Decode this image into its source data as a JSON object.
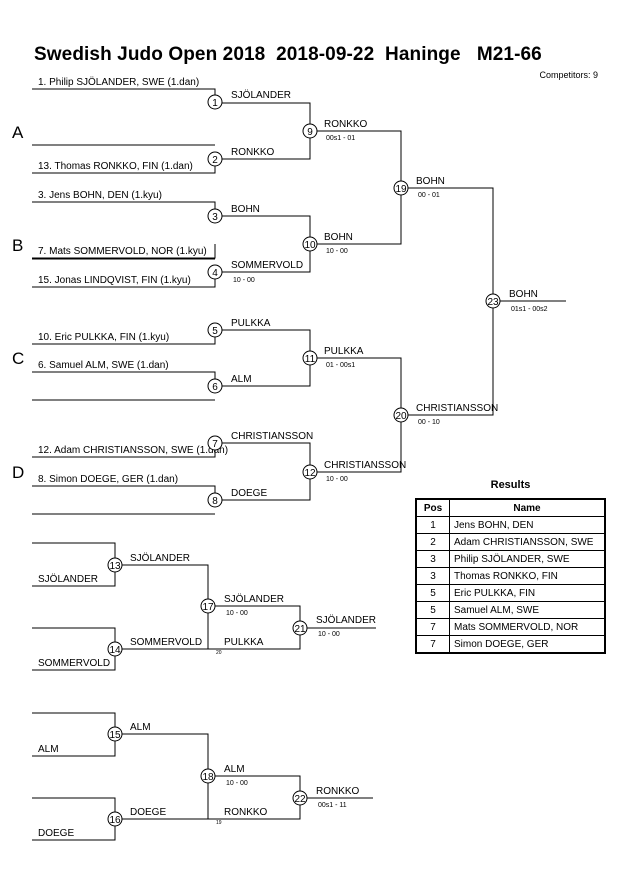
{
  "header": {
    "title": "Swedish Judo Open 2018  2018-09-22  Haninge   M21-66",
    "competitors": "Competitors: 9"
  },
  "pools": [
    "A",
    "B",
    "C",
    "D"
  ],
  "entries": [
    "1. Philip SJÖLANDER, SWE (1.dan)",
    "13. Thomas RONKKO, FIN (1.dan)",
    "3. Jens BOHN, DEN (1.kyu)",
    "7. Mats SOMMERVOLD, NOR (1.kyu)",
    "15. Jonas LINDQVIST, FIN (1.kyu)",
    "10. Eric PULKKA, FIN (1.kyu)",
    "6. Samuel ALM, SWE (1.dan)",
    "12. Adam CHRISTIANSSON, SWE (1.dan)",
    "8. Simon DOEGE, GER (1.dan)"
  ],
  "matches": [
    {
      "n": "1",
      "winner": "SJÖLANDER",
      "score": ""
    },
    {
      "n": "2",
      "winner": "RONKKO",
      "score": ""
    },
    {
      "n": "3",
      "winner": "BOHN",
      "score": ""
    },
    {
      "n": "4",
      "winner": "SOMMERVOLD",
      "score": "10 - 00"
    },
    {
      "n": "5",
      "winner": "PULKKA",
      "score": ""
    },
    {
      "n": "6",
      "winner": "ALM",
      "score": ""
    },
    {
      "n": "7",
      "winner": "CHRISTIANSSON",
      "score": ""
    },
    {
      "n": "8",
      "winner": "DOEGE",
      "score": ""
    },
    {
      "n": "9",
      "winner": "RONKKO",
      "score": "00s1 - 01"
    },
    {
      "n": "10",
      "winner": "BOHN",
      "score": "10 - 00"
    },
    {
      "n": "11",
      "winner": "PULKKA",
      "score": "01 - 00s1"
    },
    {
      "n": "12",
      "winner": "CHRISTIANSSON",
      "score": "10 - 00"
    },
    {
      "n": "19",
      "winner": "BOHN",
      "score": "00 - 01"
    },
    {
      "n": "20",
      "winner": "CHRISTIANSSON",
      "score": "00 - 10"
    },
    {
      "n": "23",
      "winner": "BOHN",
      "score": "01s1 - 00s2"
    }
  ],
  "repechage": [
    {
      "top_entry": "SJÖLANDER",
      "bottom_entry": "SOMMERVOLD",
      "m1": {
        "n": "13",
        "winner": "SJÖLANDER"
      },
      "m2": {
        "n": "14",
        "winner": "SOMMERVOLD"
      },
      "m3": {
        "n": "17",
        "winner": "SJÖLANDER",
        "score": "10 - 00"
      },
      "cross_entry": "PULKKA",
      "cross_note": "20",
      "final": {
        "n": "21",
        "winner": "SJÖLANDER",
        "score": "10 - 00"
      }
    },
    {
      "top_entry": "ALM",
      "bottom_entry": "DOEGE",
      "m1": {
        "n": "15",
        "winner": "ALM"
      },
      "m2": {
        "n": "16",
        "winner": "DOEGE"
      },
      "m3": {
        "n": "18",
        "winner": "ALM",
        "score": "10 - 00"
      },
      "cross_entry": "RONKKO",
      "cross_note": "19",
      "final": {
        "n": "22",
        "winner": "RONKKO",
        "score": "00s1 - 11"
      }
    }
  ],
  "results": {
    "title": "Results",
    "headers": [
      "Pos",
      "Name"
    ],
    "rows": [
      {
        "pos": "1",
        "name": "Jens BOHN, DEN"
      },
      {
        "pos": "2",
        "name": "Adam CHRISTIANSSON, SWE"
      },
      {
        "pos": "3",
        "name": "Philip SJÖLANDER, SWE"
      },
      {
        "pos": "3",
        "name": "Thomas RONKKO, FIN"
      },
      {
        "pos": "5",
        "name": "Eric PULKKA, FIN"
      },
      {
        "pos": "5",
        "name": "Samuel ALM, SWE"
      },
      {
        "pos": "7",
        "name": "Mats SOMMERVOLD, NOR"
      },
      {
        "pos": "7",
        "name": "Simon DOEGE, GER"
      }
    ]
  }
}
